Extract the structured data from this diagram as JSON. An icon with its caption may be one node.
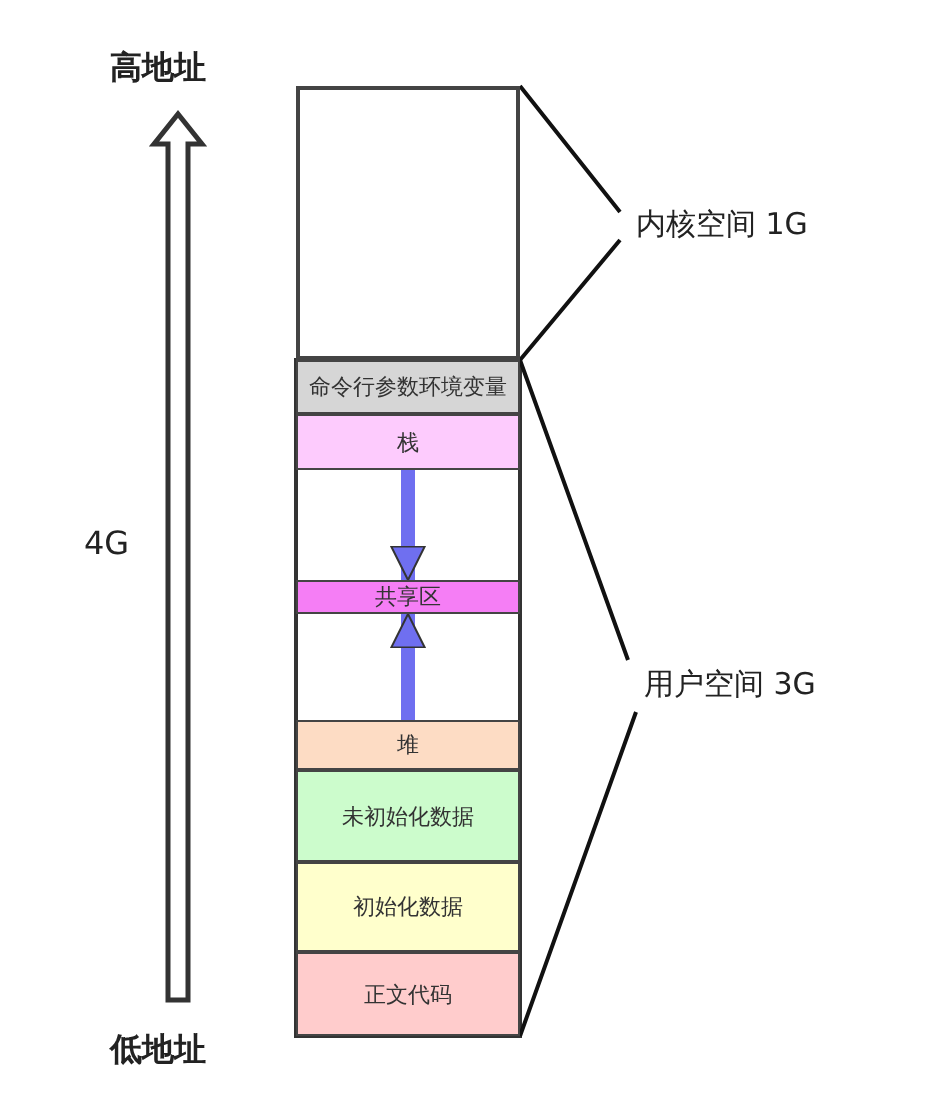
{
  "diagram": {
    "nodes": [
      {
        "text": [],
        "shape": "box"
      },
      {
        "text": [
          "命令行参数环境变量"
        ]
      },
      {
        "text": [
          "栈"
        ]
      },
      {
        "text": [
          "共享区"
        ]
      },
      {
        "text": [
          "堆"
        ]
      },
      {
        "text": [
          "未初始化数据"
        ]
      },
      {
        "text": [
          "初始化数据"
        ]
      },
      {
        "text": [
          "正文代码"
        ]
      }
    ],
    "edges": [
      {
        "from": 2,
        "to": 3,
        "arrow": "to"
      },
      {
        "from": 4,
        "to": 3,
        "arrow": "to"
      }
    ],
    "labels": [
      "高地址",
      "4G",
      "低地址",
      "内核空间 1G",
      "用户空间 3G"
    ]
  }
}
